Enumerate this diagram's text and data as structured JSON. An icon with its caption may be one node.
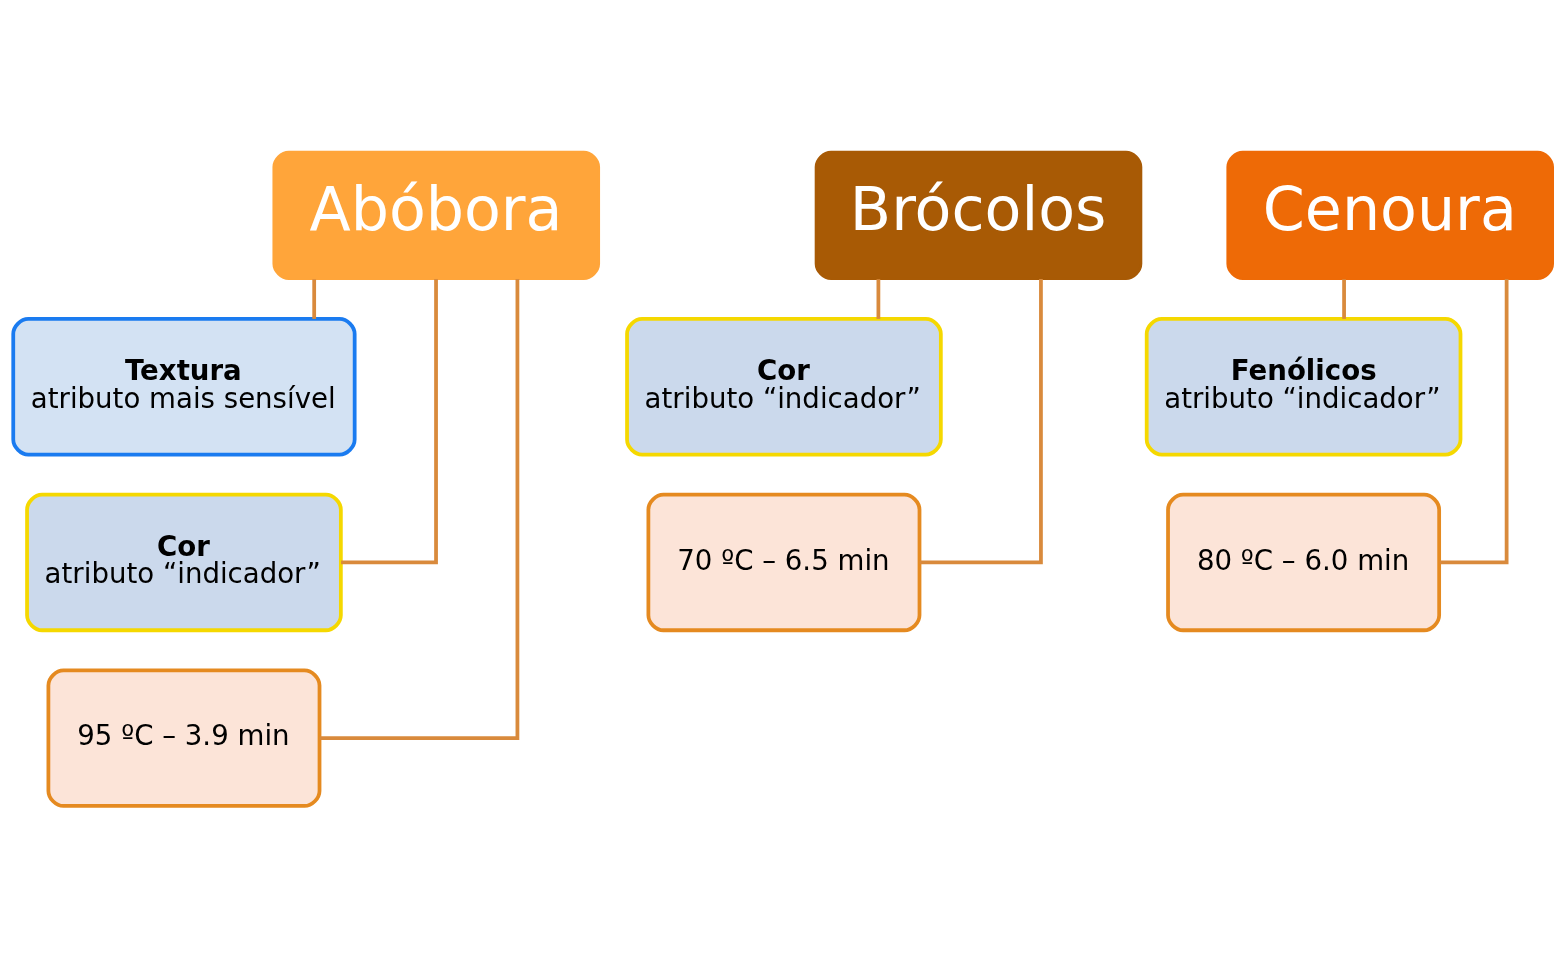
{
  "diagram": {
    "nodes": [
      {
        "text": [
          "Abóbora"
        ]
      },
      {
        "text": [
          "Textura",
          "atributo mais sensível"
        ]
      },
      {
        "text": [
          "Cor",
          "atributo “indicador”"
        ]
      },
      {
        "text": [
          "95 ºC – 3.9 min"
        ]
      },
      {
        "text": [
          "Brócolos"
        ]
      },
      {
        "text": [
          "Cor",
          "atributo “indicador”"
        ]
      },
      {
        "text": [
          "70 ºC – 6.5 min"
        ]
      },
      {
        "text": [
          "Cenoura"
        ]
      },
      {
        "text": [
          "Fenólicos",
          "atributo “indicador”"
        ]
      },
      {
        "text": [
          "80 ºC – 6.0 min"
        ]
      }
    ],
    "edges": [
      {
        "from": 0,
        "to": 1,
        "arrow": "none"
      },
      {
        "from": 0,
        "to": 2,
        "arrow": "none"
      },
      {
        "from": 0,
        "to": 3,
        "arrow": "none"
      },
      {
        "from": 4,
        "to": 5,
        "arrow": "none"
      },
      {
        "from": 4,
        "to": 6,
        "arrow": "none"
      },
      {
        "from": 7,
        "to": 8,
        "arrow": "none"
      },
      {
        "from": 7,
        "to": 9,
        "arrow": "none"
      }
    ]
  }
}
